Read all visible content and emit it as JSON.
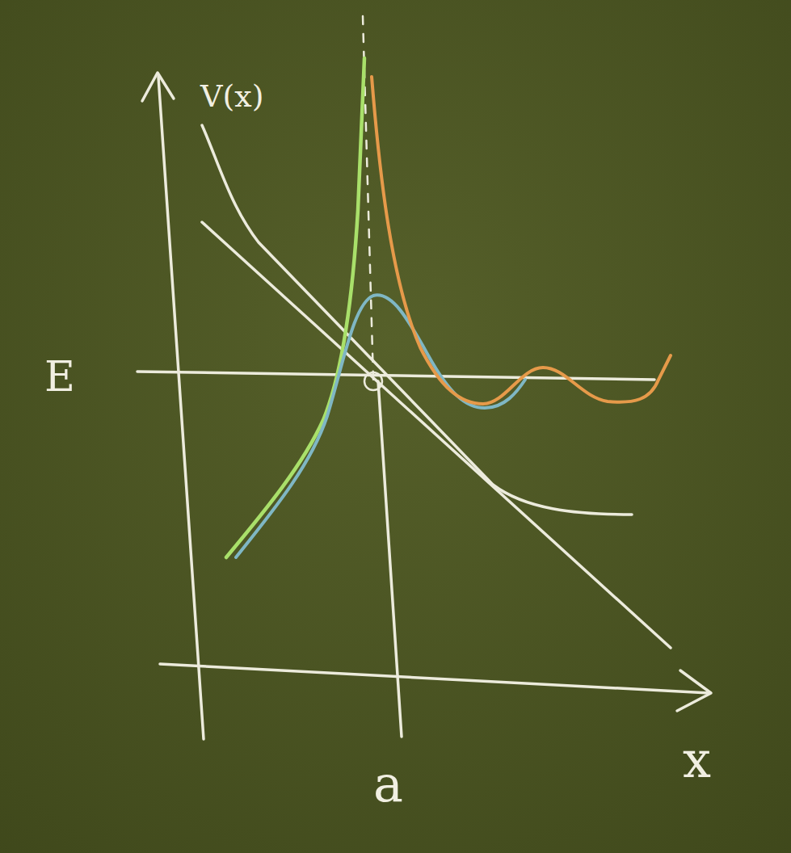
{
  "diagram": {
    "labels": [
      "V(x)",
      "E",
      "a",
      "x"
    ]
  }
}
